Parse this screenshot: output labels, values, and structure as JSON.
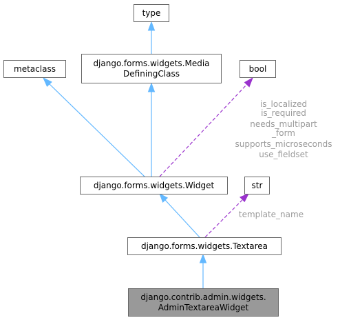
{
  "nodes": {
    "type": {
      "lines": [
        "type"
      ]
    },
    "media_defining_class": {
      "lines": [
        "django.forms.widgets.Media",
        "DefiningClass"
      ]
    },
    "metaclass": {
      "lines": [
        "metaclass"
      ]
    },
    "bool": {
      "lines": [
        "bool"
      ]
    },
    "widget": {
      "lines": [
        "django.forms.widgets.Widget"
      ]
    },
    "str": {
      "lines": [
        "str"
      ]
    },
    "textarea": {
      "lines": [
        "django.forms.widgets.Textarea"
      ]
    },
    "admin_textarea_widget": {
      "lines": [
        "django.contrib.admin.widgets.",
        "AdminTextareaWidget"
      ]
    }
  },
  "edge_labels": {
    "bool_to_widget": [
      "is_localized",
      "is_required",
      "needs_multipart",
      "_form",
      "supports_microseconds",
      "use_fieldset"
    ],
    "str_to_textarea": [
      "template_name"
    ]
  },
  "colors": {
    "inheritance_edge": "#63b8ff",
    "usage_edge": "#9a32cd",
    "highlight_fill": "#999999",
    "label_text": "#9a9a9a"
  }
}
